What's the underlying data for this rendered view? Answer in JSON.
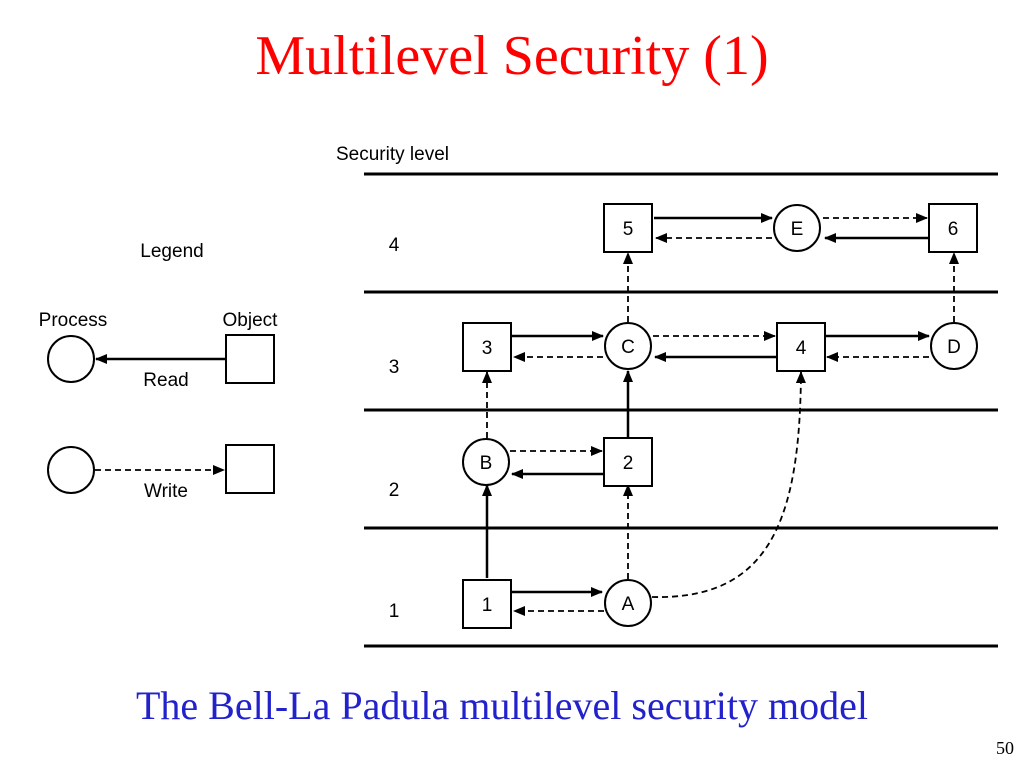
{
  "slide": {
    "title": "Multilevel Security (1)",
    "caption": "The Bell-La Padula multilevel security model",
    "page_number": "50",
    "title_color": "#ff0000",
    "caption_color": "#2222cc"
  },
  "legend": {
    "heading": "Legend",
    "process_label": "Process",
    "object_label": "Object",
    "read_label": "Read",
    "write_label": "Write"
  },
  "diagram": {
    "axis_label": "Security level",
    "levels": [
      "1",
      "2",
      "3",
      "4"
    ],
    "objects": [
      {
        "id": "1",
        "level": 1
      },
      {
        "id": "2",
        "level": 2
      },
      {
        "id": "3",
        "level": 3
      },
      {
        "id": "4",
        "level": 3
      },
      {
        "id": "5",
        "level": 4
      },
      {
        "id": "6",
        "level": 4
      }
    ],
    "processes": [
      {
        "id": "A",
        "level": 1
      },
      {
        "id": "B",
        "level": 2
      },
      {
        "id": "C",
        "level": 3
      },
      {
        "id": "D",
        "level": 3
      },
      {
        "id": "E",
        "level": 4
      }
    ],
    "reads": [
      {
        "from": "1",
        "to": "A"
      },
      {
        "from": "1",
        "to": "B"
      },
      {
        "from": "2",
        "to": "B"
      },
      {
        "from": "2",
        "to": "C"
      },
      {
        "from": "3",
        "to": "C"
      },
      {
        "from": "4",
        "to": "D"
      },
      {
        "from": "5",
        "to": "E"
      },
      {
        "from": "6",
        "to": "E"
      }
    ],
    "writes": [
      {
        "from": "A",
        "to": "1"
      },
      {
        "from": "A",
        "to": "2"
      },
      {
        "from": "A",
        "to": "4"
      },
      {
        "from": "B",
        "to": "2"
      },
      {
        "from": "B",
        "to": "3"
      },
      {
        "from": "C",
        "to": "3"
      },
      {
        "from": "C",
        "to": "4"
      },
      {
        "from": "C",
        "to": "5"
      },
      {
        "from": "D",
        "to": "4"
      },
      {
        "from": "D",
        "to": "6"
      },
      {
        "from": "E",
        "to": "5"
      },
      {
        "from": "E",
        "to": "6"
      }
    ]
  }
}
